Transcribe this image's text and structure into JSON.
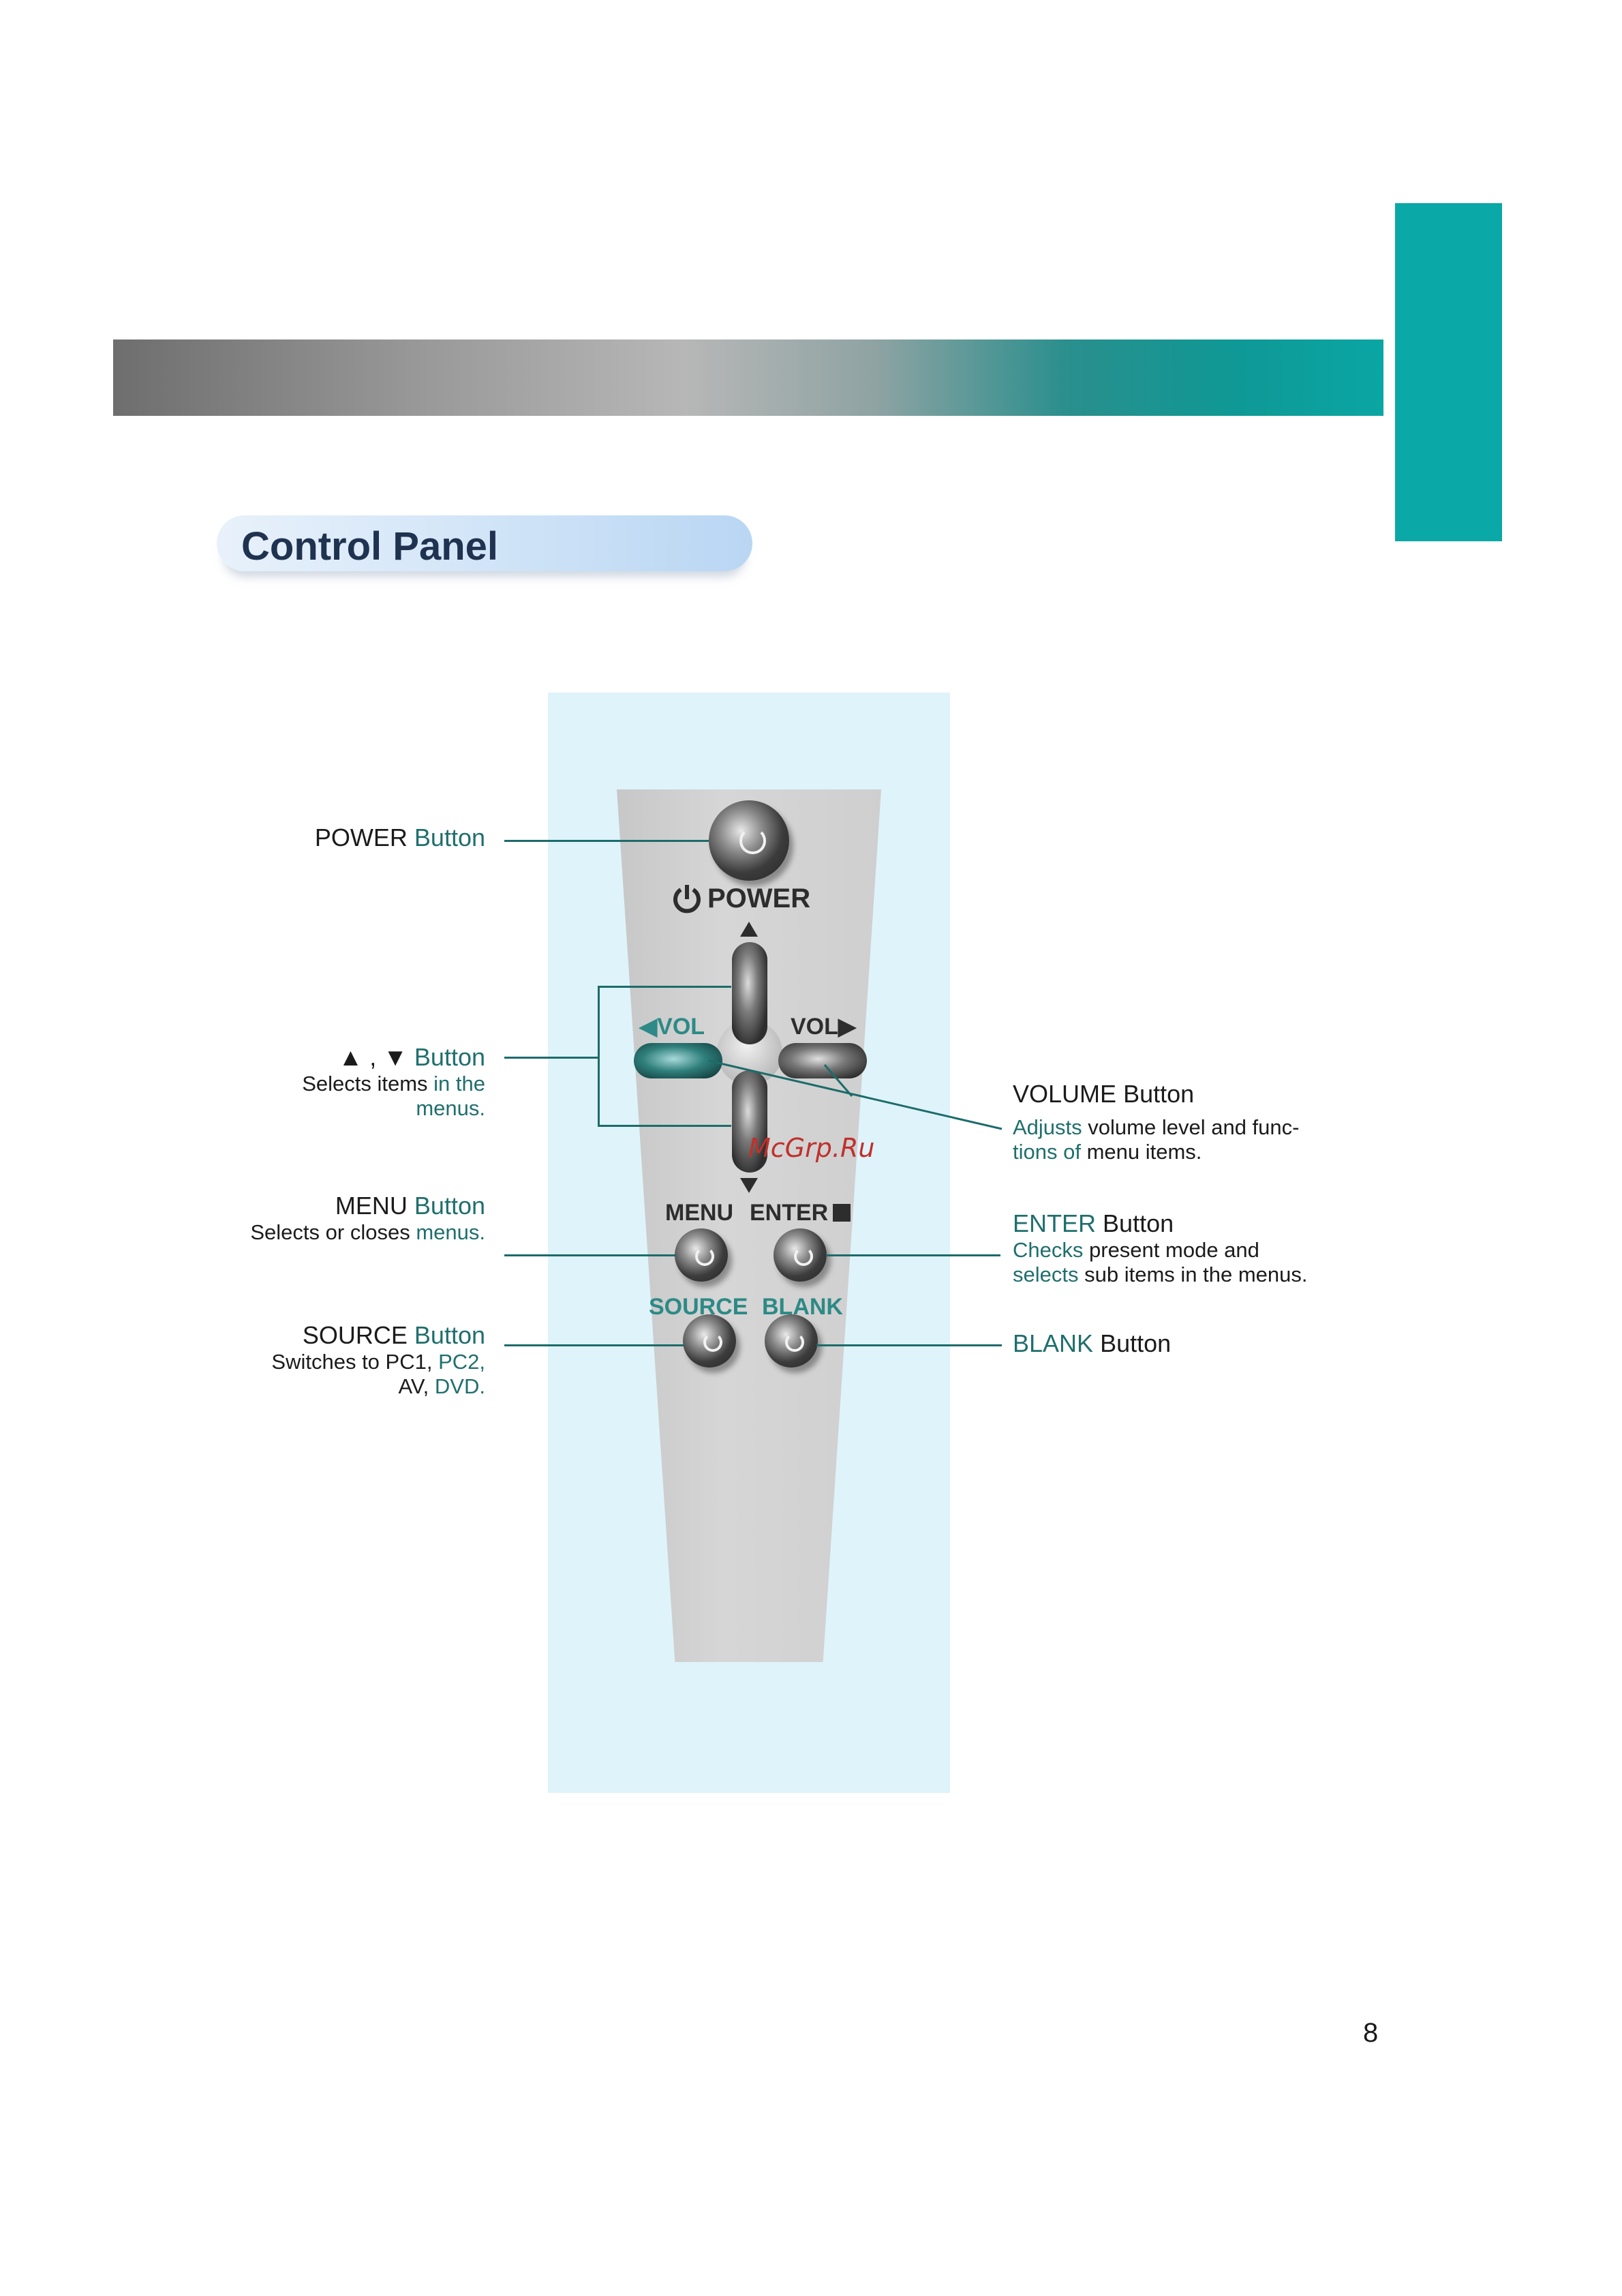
{
  "section_title": "Control Panel",
  "page_number": "8",
  "watermark": "McGrp.Ru",
  "colors": {
    "accent_teal": "#0aa8a6",
    "label_teal": "#1f6f6d",
    "panel_bg": "#dff3fa"
  },
  "remote_labels": {
    "power": "POWER",
    "vol_left": "◀VOL",
    "vol_right": "VOL▶",
    "menu": "MENU",
    "enter": "ENTER",
    "source": "SOURCE",
    "blank": "BLANK"
  },
  "callouts_left": {
    "power": {
      "name": "POWER",
      "word": "Button"
    },
    "updown": {
      "arrows": "▲ , ▼",
      "word": "Button",
      "desc_a": "Selects items",
      "desc_b": "in the",
      "desc_c": "menus."
    },
    "menu": {
      "name": "MENU",
      "word": "Button",
      "desc_a": "Selects or closes",
      "desc_b": "menus."
    },
    "source": {
      "name": "SOURCE",
      "word": "Button",
      "desc_a": "Switches to  PC1,",
      "desc_b": "PC2,",
      "desc_c": "AV,",
      "desc_d": "DVD."
    }
  },
  "callouts_right": {
    "volume": {
      "name": "VOLUME",
      "word": "Button",
      "desc_a": "Adjusts",
      "desc_b": "volume level and func-",
      "desc_c": "tions of",
      "desc_d": "menu items."
    },
    "enter": {
      "name": "ENTER",
      "word": "Button",
      "desc_a": "Checks",
      "desc_b": "present mode and",
      "desc_c": "selects",
      "desc_d": "sub items in the menus."
    },
    "blank": {
      "name": "BLANK",
      "word": "Button"
    }
  }
}
